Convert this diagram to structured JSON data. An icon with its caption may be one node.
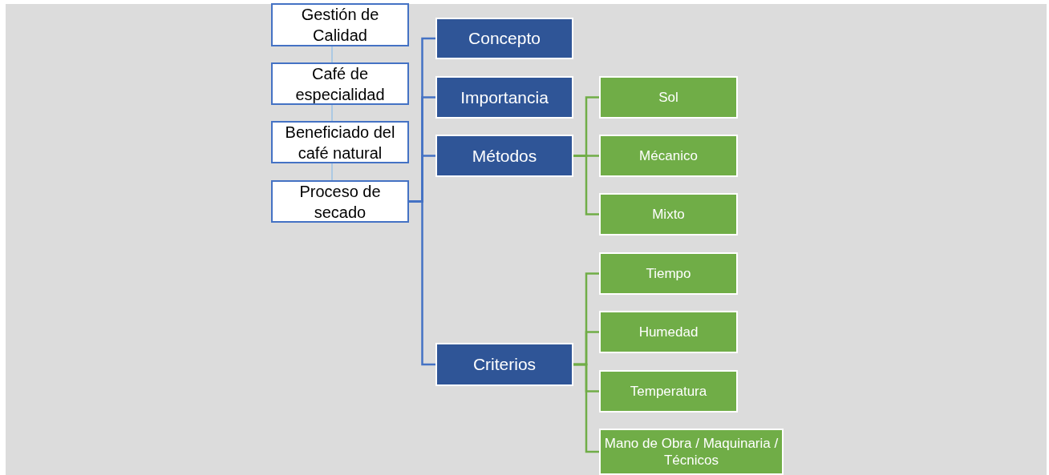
{
  "diagram": {
    "nodes": [
      {
        "text": [
          "Gestión de Calidad"
        ]
      },
      {
        "text": [
          "Café de especialidad"
        ]
      },
      {
        "text": [
          "Beneficiado del café natural"
        ]
      },
      {
        "text": [
          "Proceso de secado"
        ]
      },
      {
        "text": [
          "Concepto"
        ]
      },
      {
        "text": [
          "Importancia"
        ]
      },
      {
        "text": [
          "Métodos"
        ]
      },
      {
        "text": [
          "Criterios"
        ]
      },
      {
        "text": [
          "Sol"
        ]
      },
      {
        "text": [
          "Mécanico"
        ]
      },
      {
        "text": [
          "Mixto"
        ]
      },
      {
        "text": [
          "Tiempo"
        ]
      },
      {
        "text": [
          "Humedad"
        ]
      },
      {
        "text": [
          "Temperatura"
        ]
      },
      {
        "text": [
          "Mano de Obra / Maquinaria / Técnicos"
        ]
      }
    ],
    "edges": [
      {
        "from": 0,
        "to": 1,
        "arrow": "none",
        "color": "#9dc3e6"
      },
      {
        "from": 1,
        "to": 2,
        "arrow": "none",
        "color": "#9dc3e6"
      },
      {
        "from": 2,
        "to": 3,
        "arrow": "none",
        "color": "#9dc3e6"
      },
      {
        "from": 3,
        "to": 4,
        "arrow": "none",
        "color": "#4472c4"
      },
      {
        "from": 3,
        "to": 5,
        "arrow": "none",
        "color": "#4472c4"
      },
      {
        "from": 3,
        "to": 6,
        "arrow": "none",
        "color": "#4472c4"
      },
      {
        "from": 3,
        "to": 7,
        "arrow": "none",
        "color": "#4472c4"
      },
      {
        "from": 6,
        "to": 8,
        "arrow": "none"
      },
      {
        "from": 6,
        "to": 9,
        "arrow": "none"
      },
      {
        "from": 6,
        "to": 10,
        "arrow": "none"
      },
      {
        "from": 7,
        "to": 11,
        "arrow": "none"
      },
      {
        "from": 7,
        "to": 12,
        "arrow": "none"
      },
      {
        "from": 7,
        "to": 13,
        "arrow": "none"
      },
      {
        "from": 7,
        "to": 14,
        "arrow": "none"
      }
    ]
  }
}
